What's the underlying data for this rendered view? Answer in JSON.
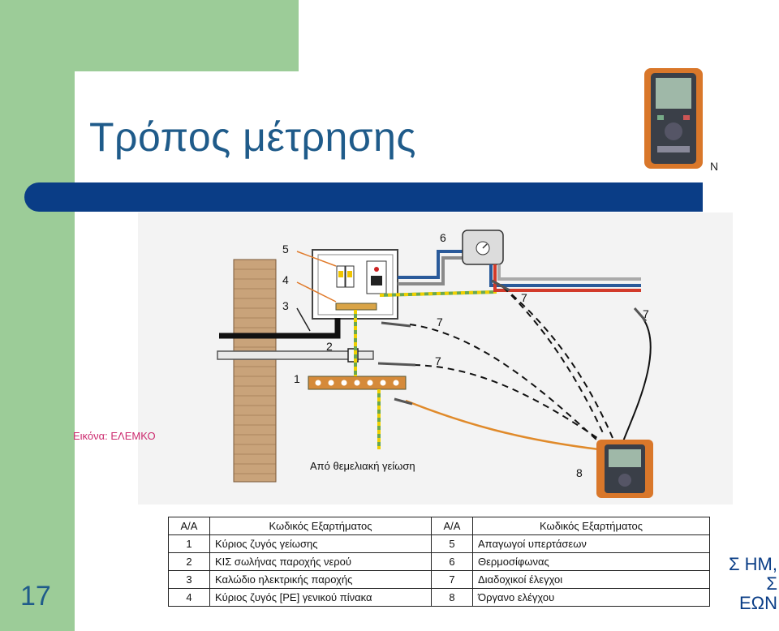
{
  "slide": {
    "title": "Τρόπος μέτρησης",
    "number": "17",
    "image_credit": "Εικόνα: ΕΛΕΜΚΟ",
    "right_text": [
      "Σ ΗΜ,",
      "Σ",
      "ΕΩΝ"
    ],
    "device_mark": "Ν"
  },
  "diagram": {
    "labels": {
      "n1": "1",
      "n2": "2",
      "n3": "3",
      "n4": "4",
      "n5": "5",
      "n6": "6",
      "n7a": "7",
      "n7b": "7",
      "n7c": "7",
      "n7d": "7",
      "n8": "8"
    },
    "foundation_label": "Από θεμελιακή γείωση"
  },
  "legend": {
    "headers": [
      "Α/Α",
      "Κωδικός Εξαρτήματος",
      "Α/Α",
      "Κωδικός Εξαρτήματος"
    ],
    "rows": [
      [
        "1",
        "Κύριος ζυγός γείωσης",
        "5",
        "Απαγωγοί υπερτάσεων"
      ],
      [
        "2",
        "ΚΙΣ σωλήνας παροχής νερού",
        "6",
        "Θερμοσίφωνας"
      ],
      [
        "3",
        "Καλώδιο ηλεκτρικής παροχής",
        "7",
        "Διαδοχικοί έλεγχοι"
      ],
      [
        "4",
        "Κύριος ζυγός [ΡΕ] γενικού πίνακα",
        "8",
        "Όργανο ελέγχου"
      ]
    ]
  },
  "colors": {
    "green": "#9ccc98",
    "title_blue": "#1f5b8a",
    "bar_blue": "#0a3d86",
    "credit_pink": "#cc2a6e",
    "brick": "#c9a37a",
    "device_orange": "#d9772a"
  }
}
